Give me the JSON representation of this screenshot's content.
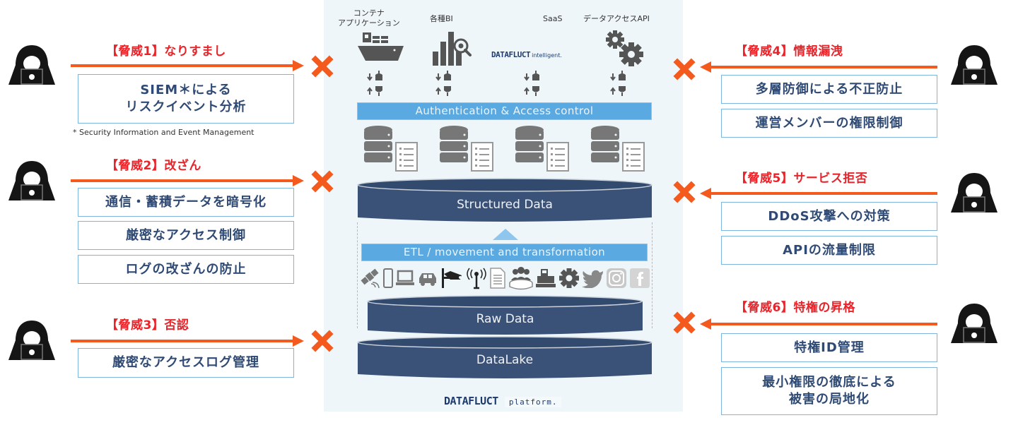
{
  "colors": {
    "threat_red": "#e8242a",
    "arrow_orange": "#f45a1e",
    "measure_text": "#2f4a74",
    "measure_border": "#7db5df",
    "bar_blue": "#5aa9e0",
    "disk_navy": "#3b5278",
    "panel_bg": "#eef6fa",
    "icon_gray": "#555555"
  },
  "platform": {
    "services": [
      {
        "label": "コンテナ\nアプリケーション",
        "icon": "container-ship-icon"
      },
      {
        "label": "各種BI",
        "icon": "bar-chart-search-icon"
      },
      {
        "label": "SaaS",
        "icon": "dataflukt-intelligent-logo"
      },
      {
        "label": "データアクセスAPI",
        "icon": "gears-icon"
      }
    ],
    "saas_logo_text": "DATAFLUCT",
    "saas_logo_suffix": "intelligent.",
    "auth_bar": "Authentication & Access control",
    "structured": "Structured Data",
    "etl_bar": "ETL /  movement and transformation",
    "raw": "Raw Data",
    "lake": "DataLake",
    "brand": "DATAFLUCT",
    "brand_suffix": "platform.",
    "source_icons": [
      "satellite-icon",
      "smartphone-icon",
      "laptop-icon",
      "car-icon",
      "camera-icon",
      "antenna-icon",
      "document-icon",
      "people-icon",
      "cash-register-icon",
      "gear-icon",
      "twitter-icon",
      "instagram-icon",
      "facebook-icon"
    ]
  },
  "threats": [
    {
      "title": "【脅威1】なりすまし",
      "side": "left",
      "measures": [
        "SIEM＊による\nリスクイベント分析"
      ],
      "footnote": "* Security Information and Event Management"
    },
    {
      "title": "【脅威2】改ざん",
      "side": "left",
      "measures": [
        "通信・蓄積データを暗号化",
        "厳密なアクセス制御",
        "ログの改ざんの防止"
      ]
    },
    {
      "title": "【脅威3】否認",
      "side": "left",
      "measures": [
        "厳密なアクセスログ管理"
      ]
    },
    {
      "title": "【脅威4】情報漏洩",
      "side": "right",
      "measures": [
        "多層防御による不正防止",
        "運営メンバーの権限制御"
      ]
    },
    {
      "title": "【脅威5】サービス拒否",
      "side": "right",
      "measures": [
        "DDoS攻撃への対策",
        "APIの流量制限"
      ]
    },
    {
      "title": "【脅威6】特権の昇格",
      "side": "right",
      "measures": [
        "特権ID管理",
        "最小権限の徹底による\n被害の局地化"
      ]
    }
  ]
}
